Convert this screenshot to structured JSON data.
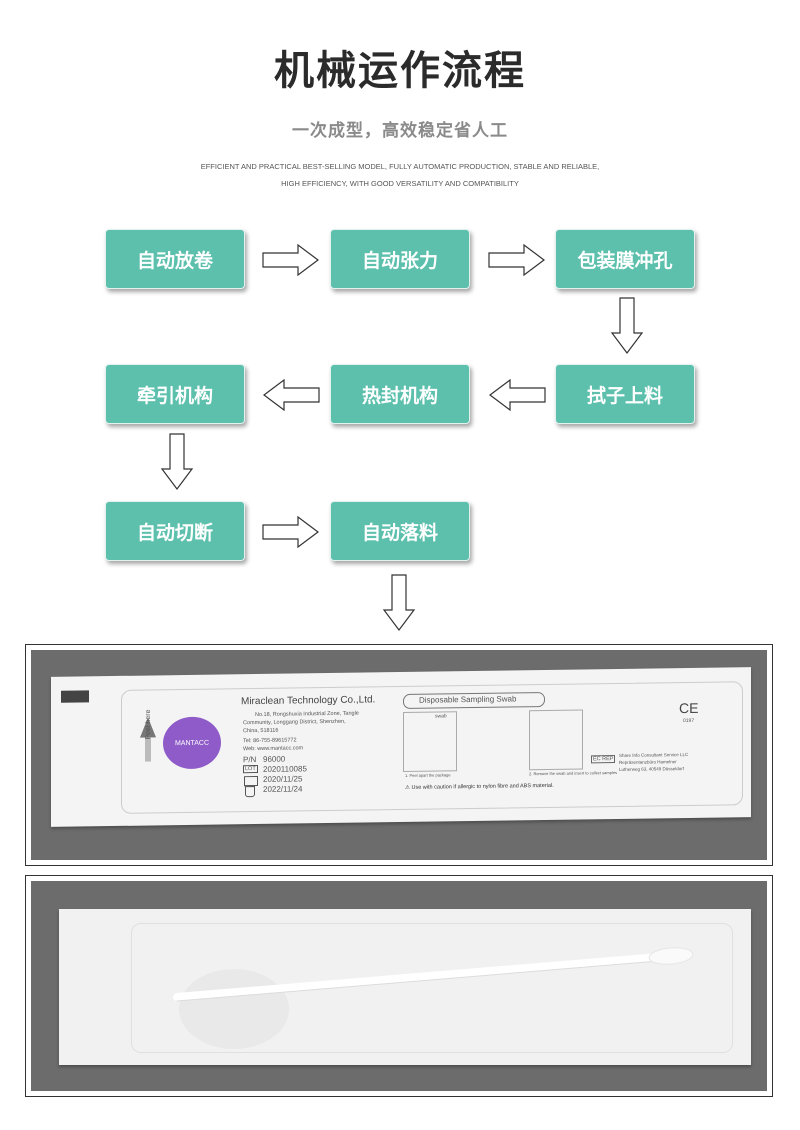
{
  "header": {
    "title": "机械运作流程",
    "subtitle": "一次成型，高效稳定省人工",
    "desc_line1": "EFFICIENT AND PRACTICAL BEST-SELLING MODEL, FULLY AUTOMATIC PRODUCTION, STABLE AND RELIABLE,",
    "desc_line2": "HIGH EFFICIENCY, WITH GOOD VERSATILITY AND COMPATIBILITY"
  },
  "steps": [
    {
      "label": "自动放卷"
    },
    {
      "label": "自动张力"
    },
    {
      "label": "包装膜冲孔"
    },
    {
      "label": "拭子上料"
    },
    {
      "label": "热封机构"
    },
    {
      "label": "牵引机构"
    },
    {
      "label": "自动切断"
    },
    {
      "label": "自动落料"
    }
  ],
  "colors": {
    "step_bg": "#5cc0ad",
    "logo": "#8e5bc9",
    "photo_bg": "#6c6c6c"
  },
  "package": {
    "company": "Miraclean Technology Co.,Ltd.",
    "address1": "No.18, Rongshuxia Industrial Zone, Tangle",
    "address2": "Community, Longgang District, Shenzhen,",
    "address3": "China, 518116",
    "tel": "Tel: 86-755-89615772",
    "web": "Web: www.mantacc.com",
    "pn_label": "P/N",
    "pn": "96000",
    "lot_label": "LOT",
    "lot": "2020110085",
    "mfg_date": "2020/11/25",
    "exp_date": "2022/11/24",
    "product": "Disposable Sampling Swab",
    "logo_text": "MANTACC",
    "peel_here": "Peel here",
    "swab_label": "swab",
    "step1": "1. Peel apart the package",
    "step2": "2. Remove the swab and insert to collect samples",
    "warning": "Use with caution if allergic to nylon fibre and ABS material.",
    "ce": "CE",
    "ce_number": "0197",
    "ec_rep": "EC REP",
    "rep1": "Share Info Consultant Service LLC",
    "rep2": "Repräsentanzbüro Hamelner",
    "rep3": "Lutherweg 63, 40549 Düsseldorf"
  }
}
